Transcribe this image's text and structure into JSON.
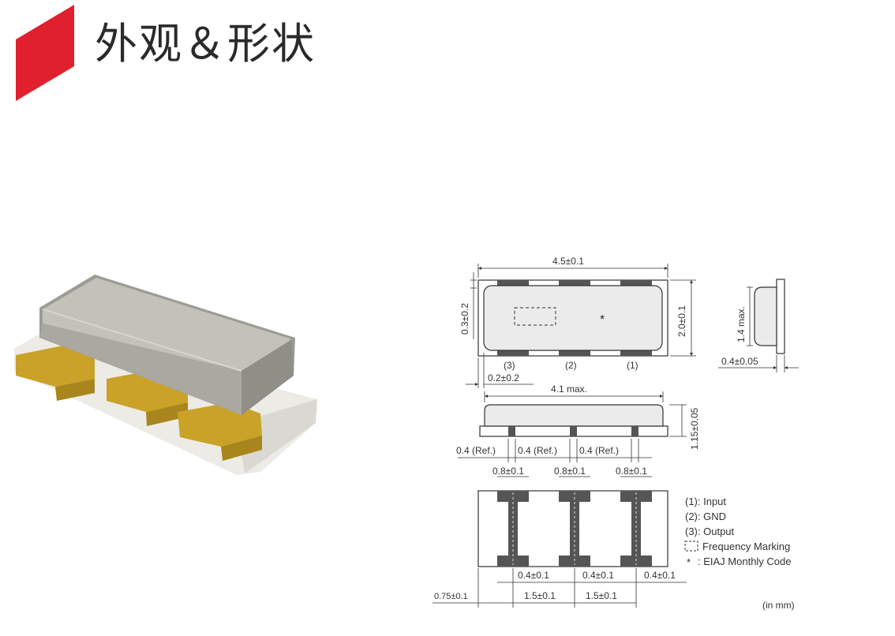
{
  "header": {
    "title": "外观＆形状"
  },
  "top_view": {
    "width_dim": "4.5±0.1",
    "height_dim": "2.0±0.1",
    "pad_offset_dim": "0.3±0.2",
    "edge_offset_dim": "0.2±0.2",
    "eiaj_mark": "*",
    "pin_labels": [
      "(3)",
      "(2)",
      "(1)"
    ]
  },
  "side_view": {
    "height_dim": "1.4 max.",
    "thickness_dim": "0.4±0.05"
  },
  "front_view": {
    "length_dim": "4.1 max.",
    "height_dim": "1.15±0.05",
    "ref_dims": [
      "0.4 (Ref.)",
      "0.4 (Ref.)",
      "0.4 (Ref.)"
    ]
  },
  "bottom_view": {
    "pad_width_dims": [
      "0.8±0.1",
      "0.8±0.1",
      "0.8±0.1"
    ],
    "slot_dims": [
      "0.4±0.1",
      "0.4±0.1",
      "0.4±0.1"
    ],
    "pitch_dims": [
      "1.5±0.1",
      "1.5±0.1"
    ],
    "edge_dim": "0.75±0.1"
  },
  "legend": {
    "items": [
      "(1): Input",
      "(2): GND",
      "(3): Output",
      "Frequency Marking",
      ": EIAJ Monthly Code"
    ],
    "star": "*"
  },
  "units": "(in mm)",
  "colors": {
    "accent": "#e0202e",
    "metal": "#b9b8b0",
    "gold": "#c9a227",
    "ceramic": "#f1f0ec",
    "drawing_fill": "#ebebeb"
  }
}
